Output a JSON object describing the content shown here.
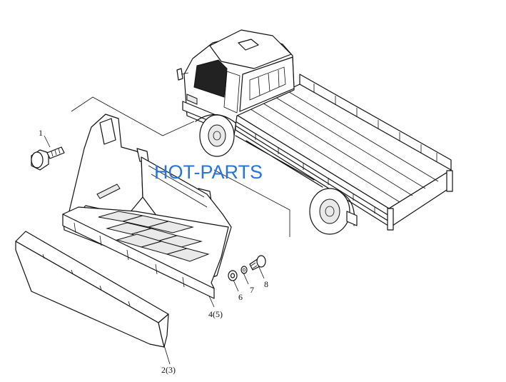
{
  "watermark": {
    "text": "HOT-PARTS",
    "color": "#2a74d6"
  },
  "callouts": {
    "p1": "1",
    "p2": "2(3)",
    "p4": "4(5)",
    "p6": "6",
    "p7": "7",
    "p8": "8"
  },
  "parts_count": 6,
  "line_color": "#111111"
}
